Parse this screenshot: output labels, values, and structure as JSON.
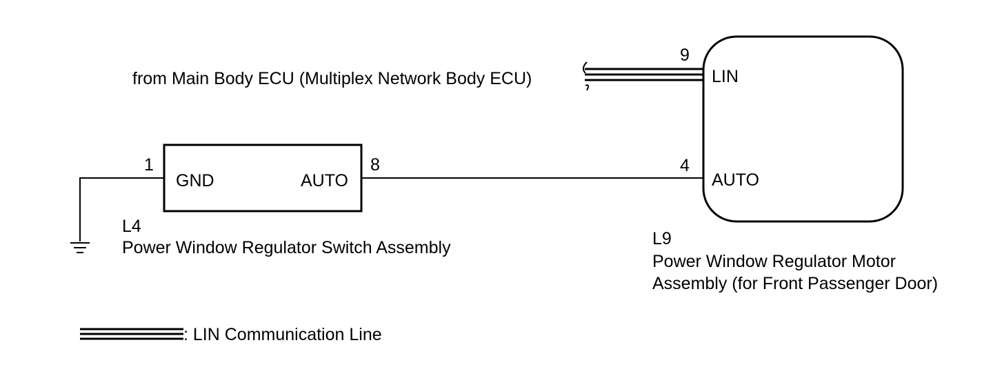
{
  "source": {
    "label": "from Main Body ECU (Multiplex Network Body ECU)"
  },
  "switch_assembly": {
    "code": "L4",
    "name": "Power Window Regulator Switch Assembly",
    "pin_gnd_number": "1",
    "pin_gnd_label": "GND",
    "pin_auto_number": "8",
    "pin_auto_label": "AUTO"
  },
  "motor_assembly": {
    "code": "L9",
    "name_line1": "Power Window Regulator Motor",
    "name_line2": "Assembly (for Front Passenger Door)",
    "pin_lin_number": "9",
    "pin_lin_label": "LIN",
    "pin_auto_number": "4",
    "pin_auto_label": "AUTO"
  },
  "legend": {
    "lin_line_label": ": LIN Communication Line"
  },
  "icons": {
    "ground": "ground-symbol-icon",
    "wire_break": "wire-break-icon"
  },
  "colors": {
    "line": "#000000",
    "background": "#ffffff"
  }
}
